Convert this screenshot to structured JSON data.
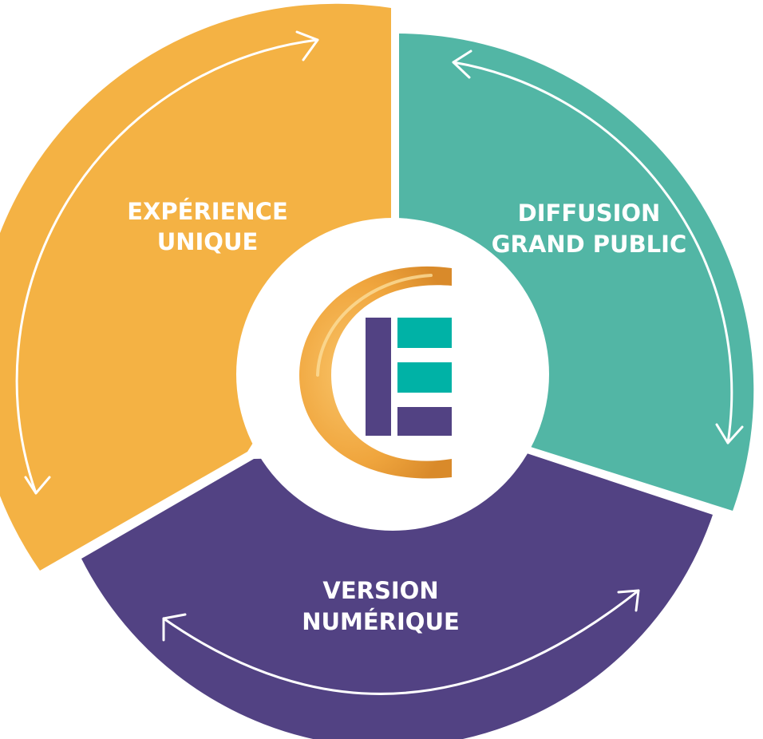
{
  "segments": {
    "experience": {
      "line1": "EXPÉRIENCE",
      "line2": "UNIQUE",
      "color": "#F4B244"
    },
    "diffusion": {
      "line1": "DIFFUSION",
      "line2": "GRAND PUBLIC",
      "color": "#52B6A5"
    },
    "version": {
      "line1": "VERSION",
      "line2": "NUMÉRIQUE",
      "color": "#524283"
    }
  },
  "logo": {
    "icon": "ce-logo-icon",
    "colors": {
      "c_arc": "#F0A63E",
      "bars_purple": "#524283",
      "bars_teal": "#00B2A6"
    }
  }
}
